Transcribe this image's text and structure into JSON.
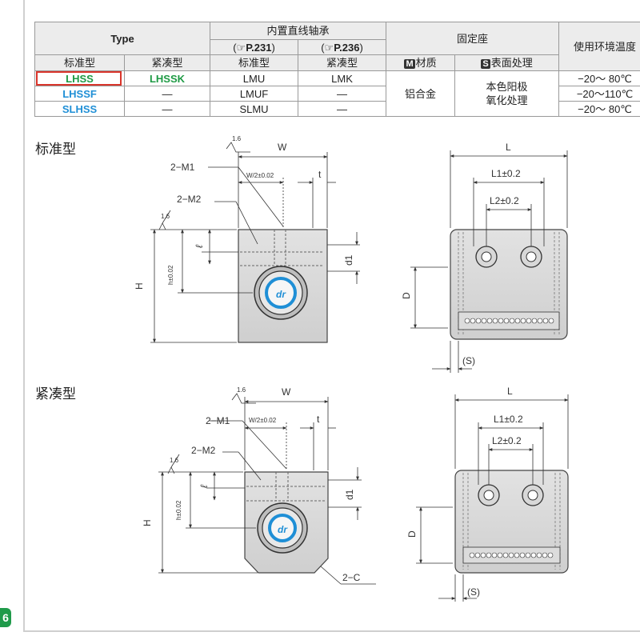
{
  "page_badge": "6",
  "table": {
    "type_label": "Type",
    "bearing_header": "内置直线轴承",
    "ref1": "P.231",
    "ref2": "P.236",
    "ref_prefix": "(☞",
    "ref_suffix": ")",
    "mount_header": "固定座",
    "env_header": "使用环境温度",
    "col_standard": "标准型",
    "col_compact": "紧凑型",
    "col_bearing_standard": "标准型",
    "col_bearing_compact": "紧凑型",
    "material_mark": "M",
    "material_label": "材质",
    "surface_mark": "S",
    "surface_label": "表面处理",
    "rows": [
      {
        "std": "LHSS",
        "compact": "LHSSK",
        "bstd": "LMU",
        "bcompact": "LMK",
        "temp": "−20～ 80℃"
      },
      {
        "std": "LHSSF",
        "compact": "—",
        "bstd": "LMUF",
        "bcompact": "—",
        "temp": "−20～110℃"
      },
      {
        "std": "SLHSS",
        "compact": "—",
        "bstd": "SLMU",
        "bcompact": "—",
        "temp": "−20～ 80℃"
      }
    ],
    "material_value": "铝合金",
    "surface_value_1": "本色阳极",
    "surface_value_2": "氧化处理"
  },
  "sections": {
    "standard_label": "标准型",
    "compact_label": "紧凑型"
  },
  "dims": {
    "W": "W",
    "W2": "W/2±0.02",
    "t": "t",
    "M1": "2−M1",
    "M2": "2−M2",
    "l": "ℓ",
    "d1": "d1",
    "H": "H",
    "h": "h±0.02",
    "dr": "dr",
    "roughness": "1.6",
    "L": "L",
    "L1": "L1±0.2",
    "L2": "L2±0.2",
    "D": "D",
    "S": "(S)",
    "C": "2−C"
  }
}
